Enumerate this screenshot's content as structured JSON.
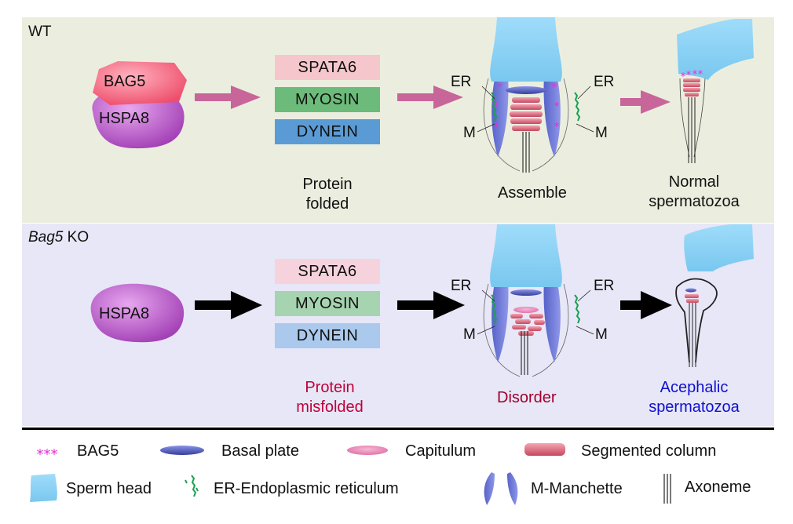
{
  "wt": {
    "title": "WT",
    "bag5": "BAG5",
    "hspa8": "HSPA8",
    "proteins": [
      "SPATA6",
      "MYOSIN",
      "DYNEIN"
    ],
    "protein_state": [
      "Protein",
      "folded"
    ],
    "er": "ER",
    "m": "M",
    "assemble": "Assemble",
    "outcome": [
      "Normal",
      "spermatozoa"
    ]
  },
  "ko": {
    "title_gene": "Bag5",
    "title_rest": " KO",
    "hspa8": "HSPA8",
    "proteins": [
      "SPATA6",
      "MYOSIN",
      "DYNEIN"
    ],
    "protein_state": [
      "Protein",
      "misfolded"
    ],
    "er": "ER",
    "m": "M",
    "disorder": "Disorder",
    "outcome": [
      "Acephalic",
      "spermatozoa"
    ]
  },
  "legend": {
    "bag5": "BAG5",
    "bag5_symbol": "***",
    "basal_plate": "Basal plate",
    "capitulum": "Capitulum",
    "segmented_column": "Segmented column",
    "sperm_head": "Sperm head",
    "er": "ER-Endoplasmic reticulum",
    "manchette": "M-Manchette",
    "axoneme": "Axoneme"
  },
  "colors": {
    "wt_panel": "#ebeedf",
    "ko_panel": "#e7e7f7",
    "bag5_magenta": "#e52fd5",
    "pink_arrow": "#c8669a",
    "spata6_wt": "#f5c6cc",
    "myosin_wt": "#6dbb7a",
    "dynein_wt": "#5b9bd5",
    "spata6_ko": "#f6d3dc",
    "myosin_ko": "#a6d3b0",
    "dynein_ko": "#aac9ec",
    "misfolded_red": "#c0003a",
    "disorder_red": "#a0002a",
    "acephalic_blue": "#1010d0",
    "sperm_head": "#8fd3f4",
    "manchette": "#6d79d6",
    "er_green": "#1aa050"
  }
}
